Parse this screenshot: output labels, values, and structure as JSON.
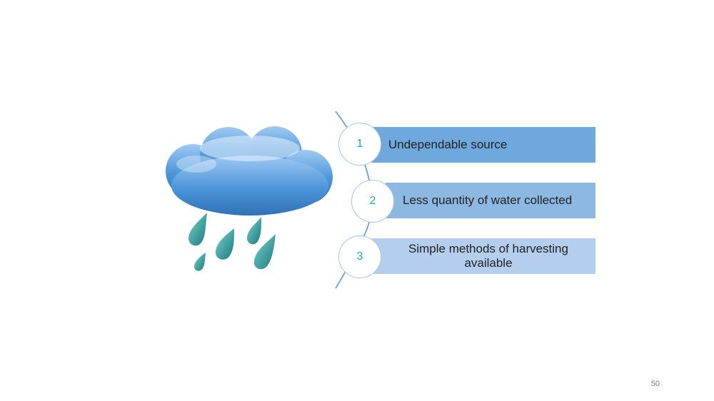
{
  "illustration": {
    "icon": "rain-cloud-icon"
  },
  "items": [
    {
      "number": "1",
      "text": "Undependable source"
    },
    {
      "number": "2",
      "text": "Less quantity of water collected"
    },
    {
      "number": "3",
      "text": "Simple methods of harvesting available"
    }
  ],
  "colors": {
    "bar_1": "#6fa8dc",
    "bar_2": "#8db8e2",
    "bar_3": "#b4cfee",
    "number": "#19b1a3",
    "cloud": "#3a87cf",
    "raindrop": "#1f8a8a"
  },
  "footer": {
    "page_number": "50"
  }
}
